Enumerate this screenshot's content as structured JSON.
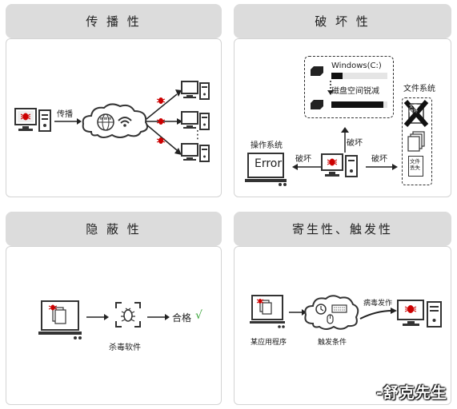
{
  "panels": {
    "spread": {
      "title": "传 播 性",
      "arrow_label": "传播",
      "www": "www",
      "dots": "⋮"
    },
    "destroy": {
      "title": "破 坏 性",
      "drive_label": "Windows(C:)",
      "disk_label": "磁盘空间锐减",
      "files_label": "文件系统",
      "file_damaged": "文件\n破坏",
      "file_lost": "文件\n丢失",
      "os_label": "操作系统",
      "error_text": "Error",
      "break_up": "破坏",
      "break_left": "破坏",
      "break_right": "破坏"
    },
    "hide": {
      "title": "隐 蔽 性",
      "antivirus_label": "杀毒软件",
      "result": "合格",
      "check": "√"
    },
    "trigger": {
      "title": "寄生性、触发性",
      "app_label": "某应用程序",
      "condition_label": "触发条件",
      "outbreak_label": "病毒发作"
    }
  },
  "watermark": "-舒克先生"
}
